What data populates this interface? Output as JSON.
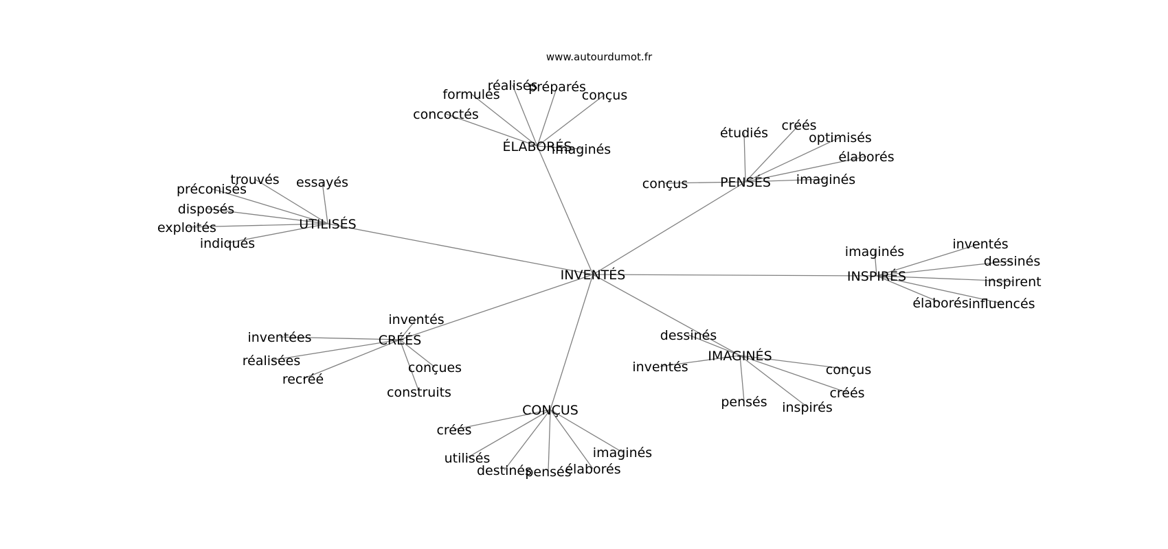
{
  "source": "www.autourdumot.fr",
  "center": "INVENTÉS",
  "hubs": [
    {
      "label": "ÉLABORÉS",
      "leaves": [
        "formulés",
        "réalisés",
        "préparés",
        "conçus",
        "concoctés",
        "imaginés"
      ]
    },
    {
      "label": "PENSÉS",
      "leaves": [
        "étudiés",
        "créés",
        "optimisés",
        "élaborés",
        "conçus",
        "imaginés"
      ]
    },
    {
      "label": "UTILISÉS",
      "leaves": [
        "trouvés",
        "essayés",
        "préconisés",
        "disposés",
        "exploités",
        "indiqués"
      ]
    },
    {
      "label": "INSPIRÉS",
      "leaves": [
        "imaginés",
        "inventés",
        "dessinés",
        "inspirent",
        "élaborés",
        "influencés"
      ]
    },
    {
      "label": "CRÉÉS",
      "leaves": [
        "inventés",
        "inventées",
        "réalisées",
        "recréé",
        "conçues",
        "construits"
      ]
    },
    {
      "label": "IMAGINÉS",
      "leaves": [
        "dessinés",
        "inventés",
        "conçus",
        "créés",
        "pensés",
        "inspirés"
      ]
    },
    {
      "label": "CONÇUS",
      "leaves": [
        "créés",
        "utilisés",
        "destinés",
        "pensés",
        "élaborés",
        "imaginés"
      ]
    }
  ]
}
